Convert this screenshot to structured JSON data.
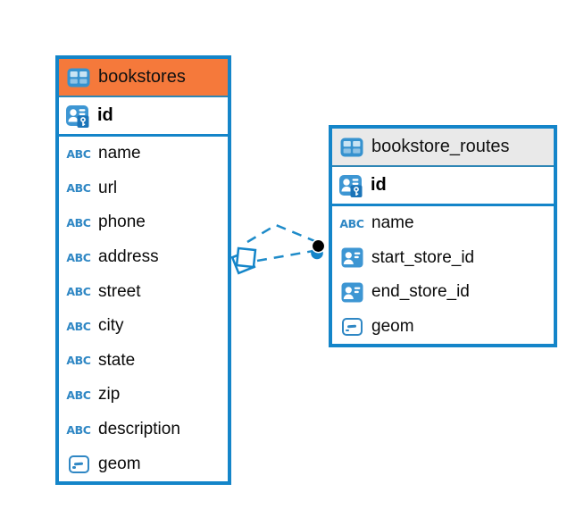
{
  "colors": {
    "table_border": "#1485c9",
    "bookstores_header": "#f5793b",
    "bookstore_routes_header": "#e9e9e9",
    "icon_blue": "#3d96d3",
    "icon_dark_blue": "#1b74b8",
    "connector_blue": "#1e8bc9",
    "text": "#0a0a0a"
  },
  "icons": {
    "text_type_label": "ABC"
  },
  "tables": [
    {
      "name": "bookstores",
      "primary_key": "id",
      "columns": [
        {
          "name": "name",
          "type": "text",
          "icon": "text-type-icon"
        },
        {
          "name": "url",
          "type": "text",
          "icon": "text-type-icon"
        },
        {
          "name": "phone",
          "type": "text",
          "icon": "text-type-icon"
        },
        {
          "name": "address",
          "type": "text",
          "icon": "text-type-icon"
        },
        {
          "name": "street",
          "type": "text",
          "icon": "text-type-icon"
        },
        {
          "name": "city",
          "type": "text",
          "icon": "text-type-icon"
        },
        {
          "name": "state",
          "type": "text",
          "icon": "text-type-icon"
        },
        {
          "name": "zip",
          "type": "text",
          "icon": "text-type-icon"
        },
        {
          "name": "description",
          "type": "text",
          "icon": "text-type-icon"
        },
        {
          "name": "geom",
          "type": "geometry",
          "icon": "geometry-type-icon"
        }
      ]
    },
    {
      "name": "bookstore_routes",
      "primary_key": "id",
      "columns": [
        {
          "name": "name",
          "type": "text",
          "icon": "text-type-icon"
        },
        {
          "name": "start_store_id",
          "type": "reference",
          "icon": "reference-type-icon"
        },
        {
          "name": "end_store_id",
          "type": "reference",
          "icon": "reference-type-icon"
        },
        {
          "name": "geom",
          "type": "geometry",
          "icon": "geometry-type-icon"
        }
      ]
    }
  ],
  "relationships": [
    {
      "from_table": "bookstores",
      "to_table": "bookstore_routes",
      "style": "dashed",
      "from_marker": "diamond",
      "to_marker": "dot"
    },
    {
      "from_table": "bookstores",
      "to_table": "bookstore_routes",
      "style": "dashed",
      "from_marker": "diamond",
      "to_marker": "dot"
    }
  ]
}
